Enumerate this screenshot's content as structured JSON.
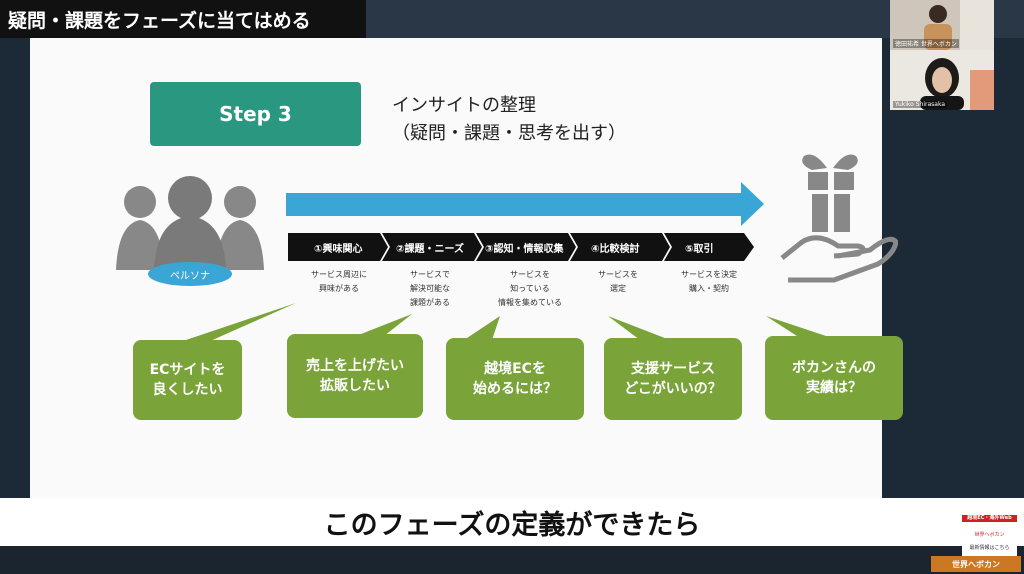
{
  "screen_title": "疑問・課題をフェーズに当てはめる",
  "step": {
    "label": "Step 3"
  },
  "heading": {
    "line1": "インサイトの整理",
    "line2": "（疑問・課題・思考を出す）"
  },
  "persona": {
    "label": "ペルソナ"
  },
  "phases": [
    {
      "label": "①興味関心",
      "desc": [
        "サービス周辺に",
        "興味がある"
      ]
    },
    {
      "label": "②課題・ニーズ",
      "desc": [
        "サービスで",
        "解決可能な",
        "課題がある"
      ]
    },
    {
      "label": "③認知・情報収集",
      "desc": [
        "サービスを",
        "知っている",
        "情報を集めている"
      ]
    },
    {
      "label": "④比較検討",
      "desc": [
        "サービスを",
        "選定"
      ]
    },
    {
      "label": "⑤取引",
      "desc": [
        "サービスを決定",
        "購入・契約"
      ]
    }
  ],
  "bubbles": [
    {
      "line1": "ECサイトを",
      "line2": "良くしたい"
    },
    {
      "line1": "売上を上げたい",
      "line2": "拡販したい"
    },
    {
      "line1": "越境ECを",
      "line2": "始めるには？"
    },
    {
      "line1": "支援サービス",
      "line2": "どこがいいの？"
    },
    {
      "line1": "ボカンさんの",
      "line2": "実績は？"
    }
  ],
  "subtitle": "このフェーズの定義ができたら",
  "participants": [
    {
      "name": "徳田祐希 世界へボカン"
    },
    {
      "name": "Yukiko Shirasaka"
    }
  ],
  "logo": {
    "line1": "越境EC・海外Web",
    "line2": "世界へボカン",
    "line3": "最新情報はこちら",
    "line4": "世界へボカン"
  },
  "colors": {
    "accent_green": "#2a9880",
    "arrow_blue": "#3aa6d6",
    "bubble_green": "#7aa43a",
    "icon_gray": "#888888"
  }
}
